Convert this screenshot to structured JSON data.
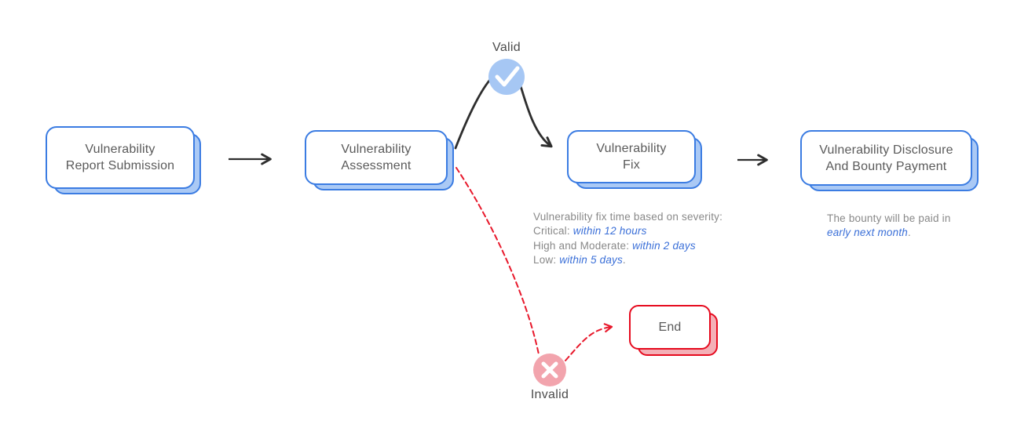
{
  "diagram": {
    "nodes": {
      "report": {
        "line1": "Vulnerability",
        "line2": "Report Submission"
      },
      "assessment": {
        "line1": "Vulnerability",
        "line2": "Assessment"
      },
      "fix": {
        "line1": "Vulnerability",
        "line2": "Fix"
      },
      "disclosure": {
        "line1": "Vulnerability Disclosure",
        "line2": "And Bounty Payment"
      },
      "end": {
        "label": "End"
      }
    },
    "branch_labels": {
      "valid": "Valid",
      "invalid": "Invalid"
    },
    "notes": {
      "fix": {
        "heading": "Vulnerability fix time based on severity:",
        "lines": [
          {
            "label": "Critical: ",
            "value": "within 12 hours",
            "suffix": ""
          },
          {
            "label": "High and Moderate: ",
            "value": "within 2 days",
            "suffix": ""
          },
          {
            "label": "Low: ",
            "value": "within 5 days",
            "suffix": "."
          }
        ]
      },
      "bounty": {
        "prefix": "The bounty will be paid in",
        "highlight": "early next month",
        "suffix": "."
      }
    },
    "colors": {
      "node_border": "#3b7ce2",
      "node_shadow_fill": "#aac9f5",
      "valid_circle_fill": "#a6c7f4",
      "end_border": "#e60a1e",
      "end_shadow_fill": "#f4b0b7",
      "invalid_circle_fill": "#f2a4ad",
      "invalid_arrow": "#e8192c",
      "arrow": "#2e2e2e",
      "node_text": "#5a5a5a",
      "note_text": "#888888",
      "note_highlight": "#3a6fd8"
    }
  }
}
